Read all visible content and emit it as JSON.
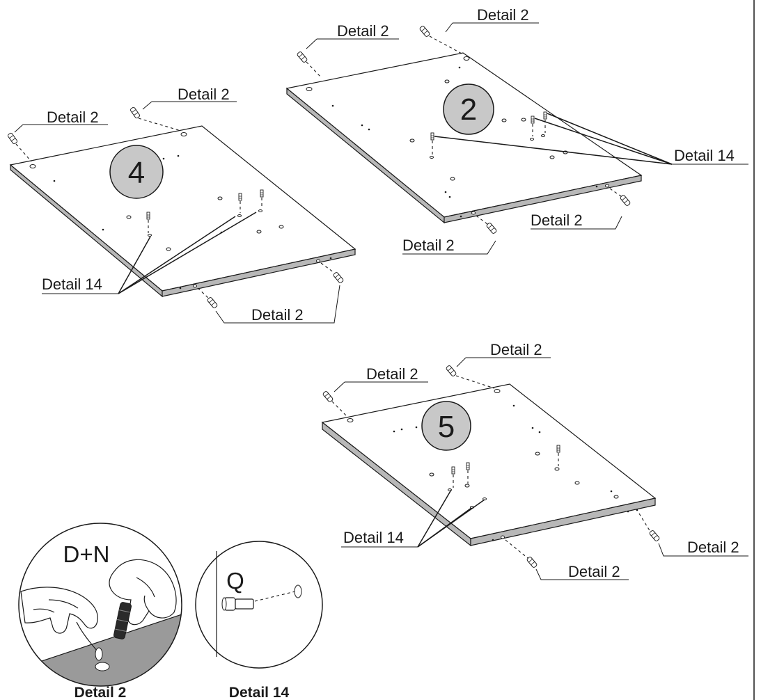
{
  "panels": [
    {
      "number": "4"
    },
    {
      "number": "2"
    },
    {
      "number": "5"
    }
  ],
  "callouts": {
    "detail_2": "Detail 2",
    "detail_14": "Detail 14"
  },
  "insets": {
    "detail_2": {
      "caption": "Detail 2",
      "marking": "D+N"
    },
    "detail_14": {
      "caption": "Detail 14",
      "marking": "Q"
    }
  }
}
